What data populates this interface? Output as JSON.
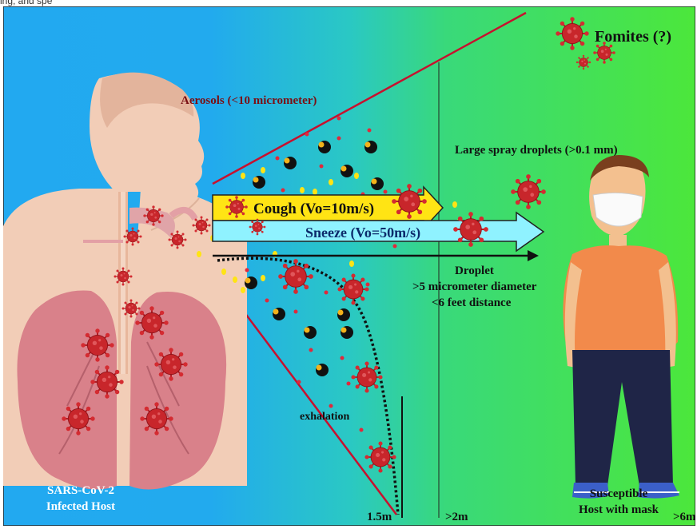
{
  "header_fragment": "ing, and spe",
  "labels": {
    "fomites": "Fomites (?)",
    "aerosols": "Aerosols (<10 micrometer)",
    "large_spray": "Large spray droplets (>0.1 mm)",
    "cough": "Cough (Vo=10m/s)",
    "sneeze": "Sneeze (Vo=50m/s)",
    "droplet_line1": "Droplet",
    "droplet_line2": ">5 micrometer diameter",
    "droplet_line3": "<6 feet distance",
    "exhalation": "exhalation",
    "host_line1": "SARS-CoV-2",
    "host_line2": "Infected Host",
    "susceptible_line1": "Susceptible",
    "susceptible_line2": "Host with mask",
    "dist_1_5": "1.5m",
    "dist_2": ">2m",
    "dist_6": ">6m"
  },
  "colors": {
    "bg_left": "#22a9f0",
    "bg_mid": "#28c7c7",
    "bg_right": "#3fe05a",
    "cone_line": "#c8102e",
    "cough_arrow": "#ffe414",
    "sneeze_arrow": "#8ff2ff",
    "virus": "#c8262b",
    "skin": "#f2cdb7",
    "lung": "#d9818a",
    "shirt": "#f28a4b",
    "pants": "#1f2547"
  },
  "icons": {
    "virus": "coronavirus-icon",
    "mask": "face-mask-icon"
  }
}
